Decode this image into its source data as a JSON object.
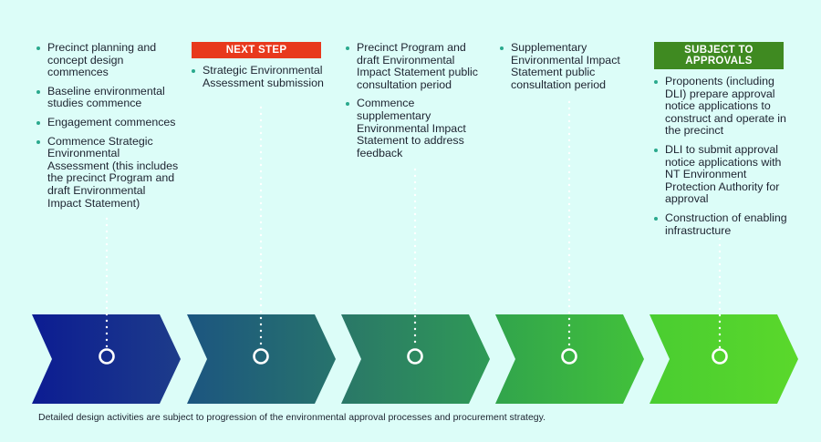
{
  "stages": [
    {
      "tag": "",
      "items": [
        "Precinct planning and concept design commences",
        "Baseline environmental studies commence",
        "Engagement commences",
        "Commence Strategic Environmental Assessment (this includes the precinct Program and draft Environmental Impact Statement)"
      ],
      "arrow_color": "#0c1f8c"
    },
    {
      "tag": "NEXT STEP",
      "items": [
        "Strategic Environmental Assessment submission"
      ],
      "arrow_color": "#1f5a86"
    },
    {
      "tag": "",
      "items": [
        "Precinct Program and draft Environmental Impact Statement public consultation period",
        "Commence supplementary Environmental Impact Statement to address feedback"
      ],
      "arrow_color": "#2a7a68"
    },
    {
      "tag": "",
      "items": [
        "Supplementary Environmental Impact Statement public consultation period"
      ],
      "arrow_color": "#34a84a"
    },
    {
      "tag": "SUBJECT TO APPROVALS",
      "items": [
        "Proponents (including DLI) prepare approval notice applications to construct and operate in the precinct",
        "DLI to submit approval notice applications with NT Environment Protection Authority for approval",
        "Construction of enabling infrastructure"
      ],
      "arrow_color": "#52d42e"
    }
  ],
  "footnote": "Detailed design activities are subject to progression of the environmental approval processes and procurement strategy.",
  "colors": {
    "background": "#dcfdf8",
    "next_step": "#e8391d",
    "subject_to_approvals": "#3f8a21",
    "bullet": "#2aa98d"
  }
}
